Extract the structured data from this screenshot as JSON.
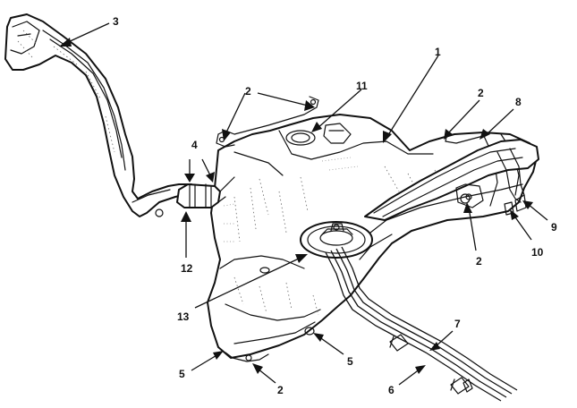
{
  "callouts": [
    {
      "id": "c1",
      "label": "1"
    },
    {
      "id": "c2a",
      "label": "2"
    },
    {
      "id": "c2b",
      "label": "2"
    },
    {
      "id": "c2c",
      "label": "2"
    },
    {
      "id": "c2d",
      "label": "2"
    },
    {
      "id": "c3",
      "label": "3"
    },
    {
      "id": "c4",
      "label": "4"
    },
    {
      "id": "c5a",
      "label": "5"
    },
    {
      "id": "c5b",
      "label": "5"
    },
    {
      "id": "c6",
      "label": "6"
    },
    {
      "id": "c7",
      "label": "7"
    },
    {
      "id": "c8",
      "label": "8"
    },
    {
      "id": "c9",
      "label": "9"
    },
    {
      "id": "c10",
      "label": "10"
    },
    {
      "id": "c11",
      "label": "11"
    },
    {
      "id": "c12",
      "label": "12"
    },
    {
      "id": "c13",
      "label": "13"
    }
  ]
}
